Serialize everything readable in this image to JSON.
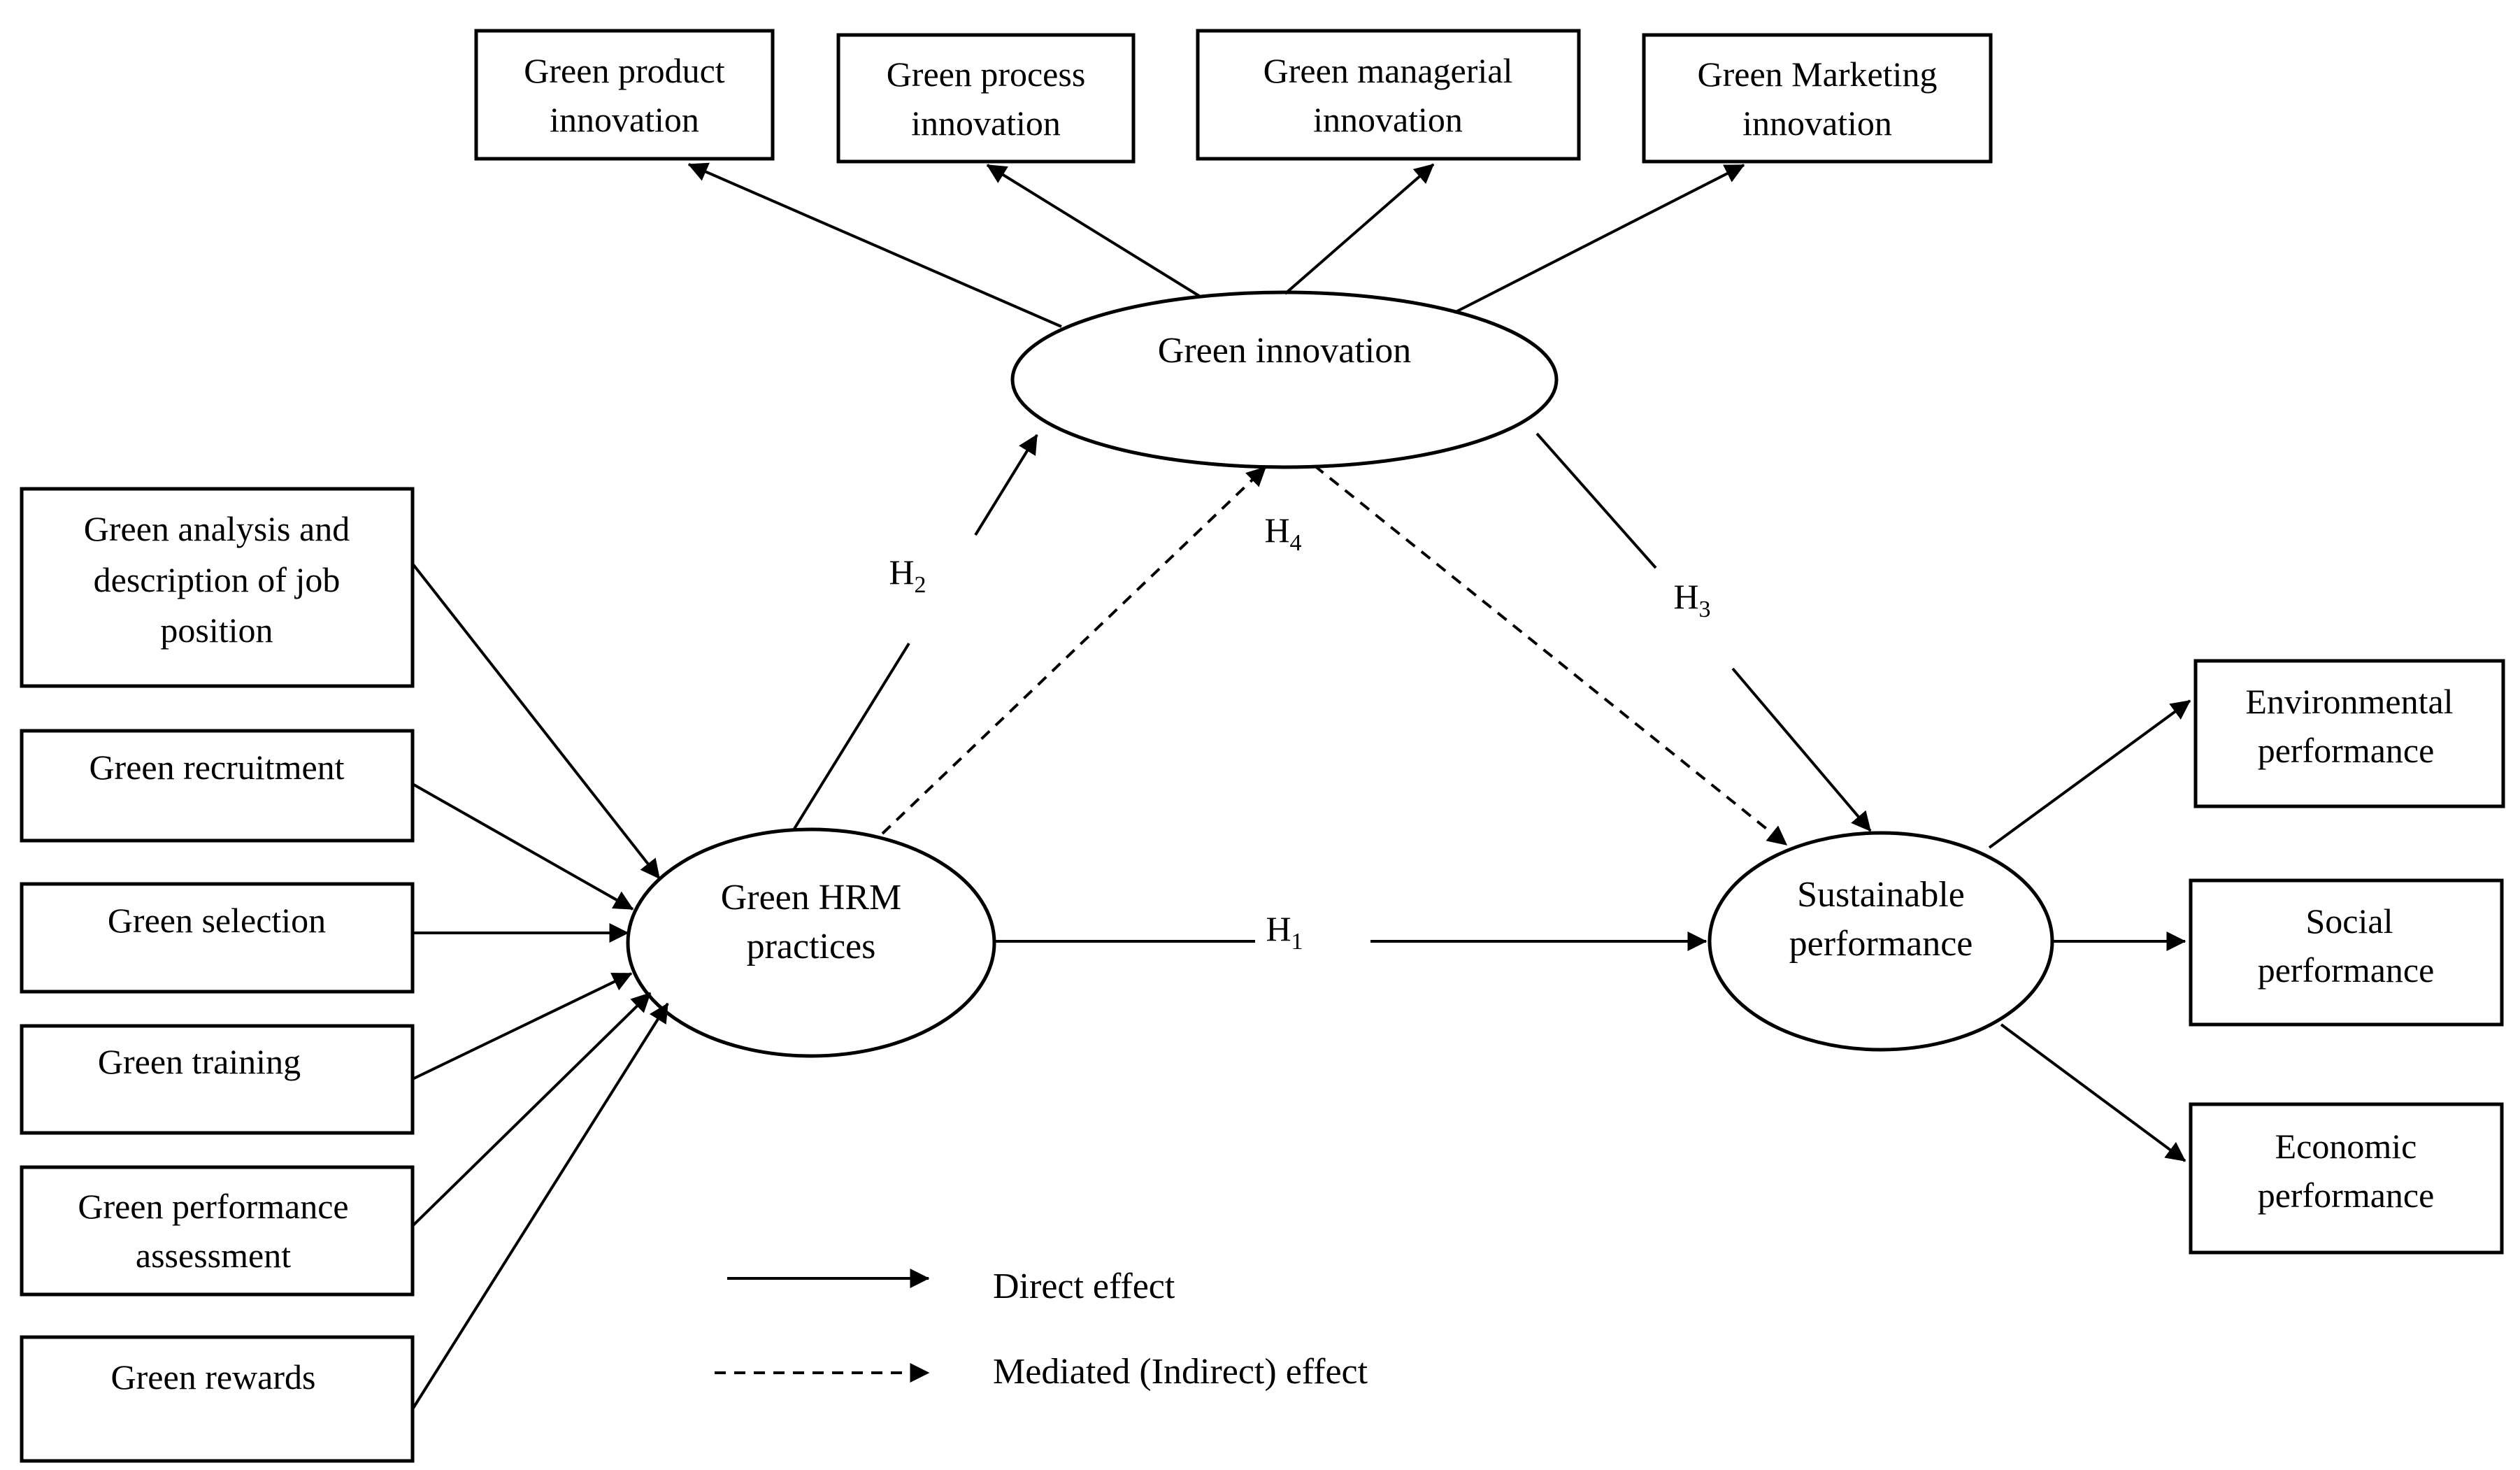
{
  "colors": {
    "ink": "#000000",
    "background": "#ffffff"
  },
  "latent": {
    "green_hrm": [
      "Green HRM",
      "practices"
    ],
    "green_innovation": [
      "Green innovation"
    ],
    "sustainable_performance": [
      "Sustainable",
      "performance"
    ]
  },
  "innovation_indicators": [
    [
      "Green product",
      "innovation"
    ],
    [
      "Green process",
      "innovation"
    ],
    [
      "Green managerial",
      "innovation"
    ],
    [
      "Green Marketing",
      "innovation"
    ]
  ],
  "hrm_indicators": [
    [
      "Green analysis and",
      "description of job",
      "position"
    ],
    [
      "Green recruitment"
    ],
    [
      "Green selection"
    ],
    [
      "Green training"
    ],
    [
      "Green performance",
      "assessment"
    ],
    [
      "Green rewards"
    ]
  ],
  "performance_indicators": [
    [
      "Environmental",
      "performance"
    ],
    [
      "Social",
      "performance"
    ],
    [
      "Economic",
      "performance"
    ]
  ],
  "hypotheses": {
    "h1": {
      "letter": "H",
      "sub": "1"
    },
    "h2": {
      "letter": "H",
      "sub": "2"
    },
    "h3": {
      "letter": "H",
      "sub": "3"
    },
    "h4": {
      "letter": "H",
      "sub": "4"
    }
  },
  "legend": {
    "direct": "Direct effect",
    "mediated": "Mediated (Indirect) effect"
  }
}
